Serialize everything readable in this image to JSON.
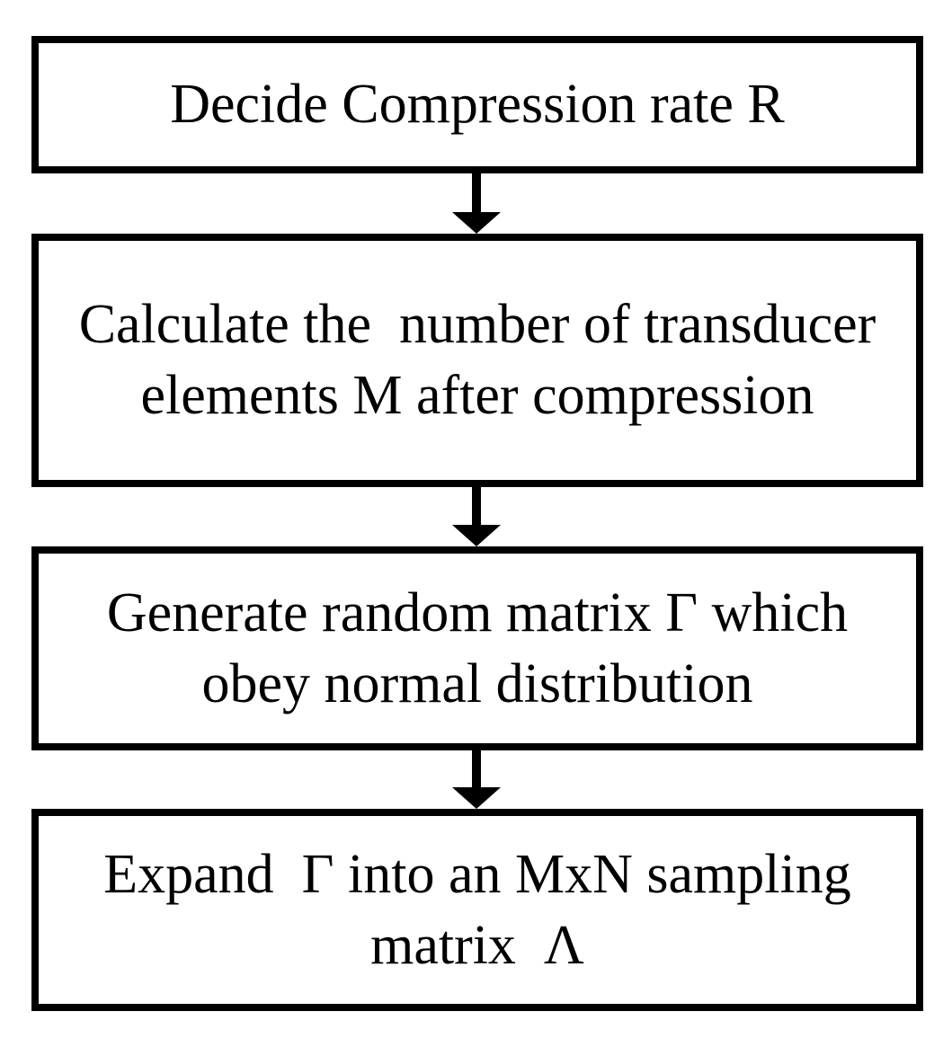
{
  "flowchart": {
    "colors": {
      "background": "#ffffff",
      "line": "#000000",
      "text": "#000000"
    },
    "arrow_icon": "down-arrow-icon",
    "steps": [
      {
        "text": "Decide Compression rate R"
      },
      {
        "text": "Calculate the  number of transducer\nelements M after compression"
      },
      {
        "text": "Generate random matrix Γ which\nobey normal distribution"
      },
      {
        "text": "Expand  Γ into an MxN sampling\nmatrix  Λ"
      }
    ]
  }
}
